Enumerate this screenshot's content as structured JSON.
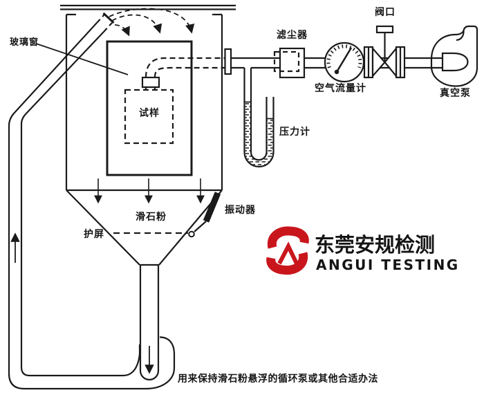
{
  "diagram": {
    "labels": {
      "glass_window": "玻璃窗",
      "specimen": "试样",
      "dust_filter": "滤尘器",
      "air_flow_meter": "空气流量计",
      "valve_port": "阀口",
      "vacuum_pump": "真空泵",
      "pressure_gauge": "压力计",
      "talc_powder": "滑石粉",
      "shield": "护屏",
      "vibrator": "振动器",
      "caption": "用来保持滑石粉悬浮的循环泵或其他合适办法"
    },
    "colors": {
      "line": "#1a1a1a",
      "logo_red": "#c9161d",
      "text": "#141414",
      "background": "#ffffff"
    }
  },
  "watermark": {
    "company_cn": "东莞安规检测",
    "company_en": "ANGUI TESTING"
  }
}
